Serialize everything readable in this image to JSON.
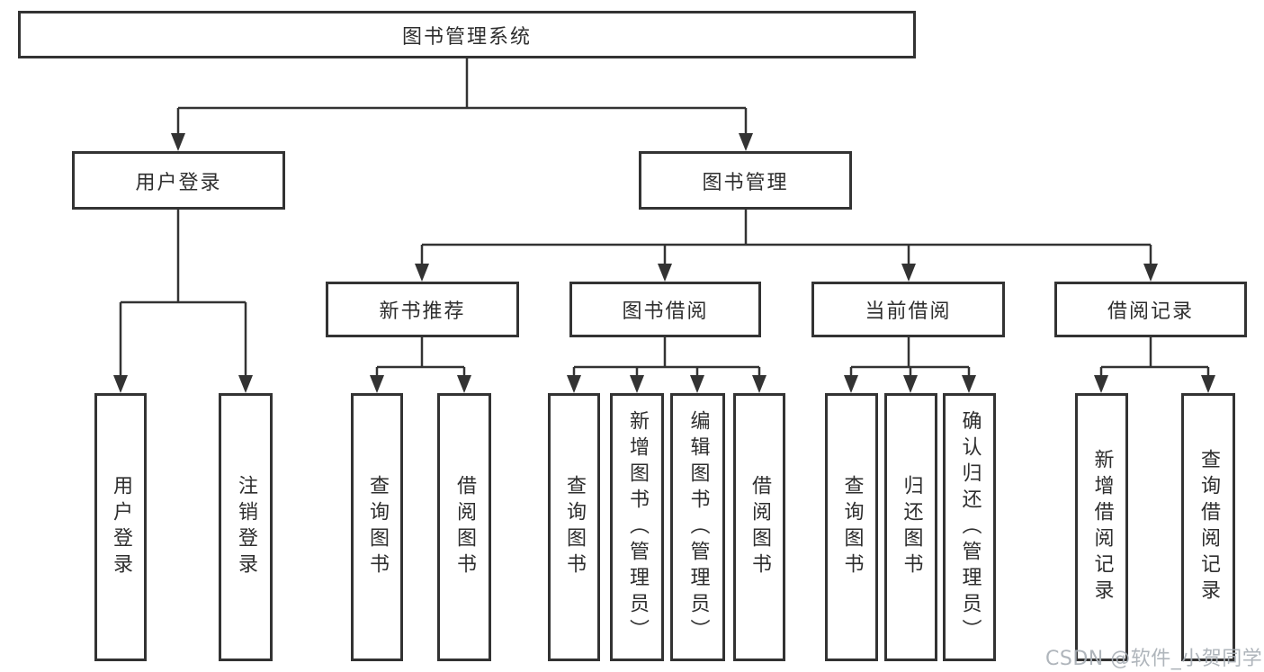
{
  "tree": {
    "root": "图书管理系统",
    "user": {
      "label": "用户登录",
      "children": [
        "用户登录",
        "注销登录"
      ]
    },
    "mgmt": {
      "label": "图书管理",
      "sections": [
        {
          "label": "新书推荐",
          "children": [
            "查询图书",
            "借阅图书"
          ]
        },
        {
          "label": "图书借阅",
          "children": [
            "查询图书",
            "新增图书（管理员）",
            "编辑图书（管理员）",
            "借阅图书"
          ]
        },
        {
          "label": "当前借阅",
          "children": [
            "查询图书",
            "归还图书",
            "确认归还（管理员）"
          ]
        },
        {
          "label": "借阅记录",
          "children": [
            "新增借阅记录",
            "查询借阅记录"
          ]
        }
      ]
    }
  },
  "watermark": "CSDN @软件_小贺同学",
  "colors": {
    "line": "#333333",
    "text": "#2e2e2e",
    "background": "#ffffff",
    "watermark": "#a9afb6"
  }
}
